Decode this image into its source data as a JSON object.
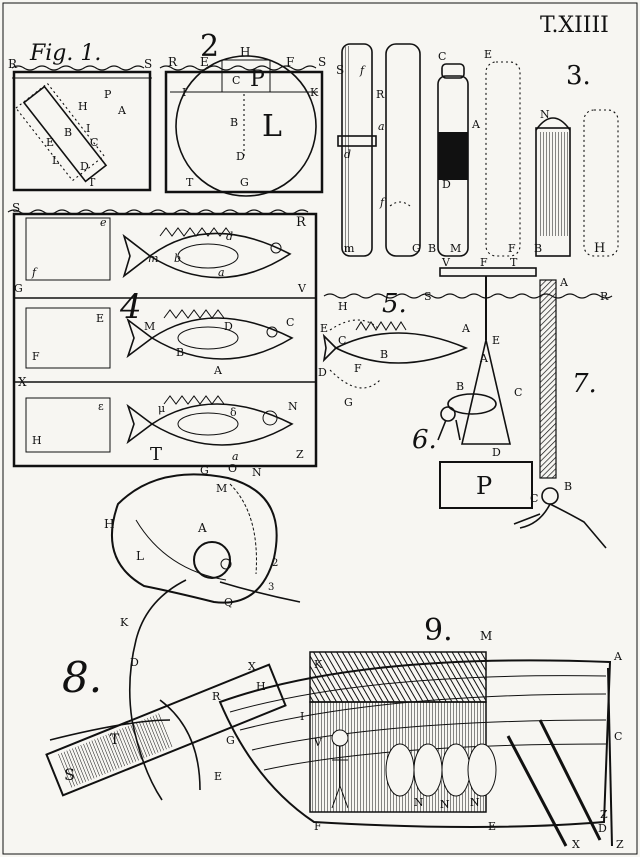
{
  "plate": {
    "number": "T.XIIII",
    "colors": {
      "paper": "#f7f6f2",
      "ink": "#111111"
    }
  },
  "figures": {
    "fig1": {
      "title": "Fig. 1.",
      "labels": [
        "R",
        "S",
        "A",
        "P",
        "H",
        "B",
        "I",
        "C",
        "E",
        "L",
        "D",
        "T"
      ]
    },
    "fig2": {
      "number": "2",
      "labels": [
        "H",
        "R",
        "E",
        "F",
        "S",
        "C",
        "P",
        "I",
        "K",
        "L",
        "B",
        "D",
        "T",
        "G"
      ]
    },
    "fig3": {
      "number": "3.",
      "labels": [
        "S",
        "f",
        "R",
        "a",
        "d",
        "f",
        "m",
        "G",
        "C",
        "A",
        "D",
        "B",
        "M",
        "E",
        "F",
        "N",
        "B",
        "H"
      ]
    },
    "fig4": {
      "number": "4",
      "labels": [
        "S",
        "R",
        "e",
        "d",
        "f",
        "m",
        "b",
        "a",
        "G",
        "V",
        "E",
        "M",
        "D",
        "C",
        "F",
        "B",
        "A",
        "X",
        "H",
        "μ",
        "δ",
        "N",
        "T",
        "a",
        "Z"
      ]
    },
    "fig5": {
      "number": "5.",
      "labels": [
        "S",
        "R",
        "H",
        "A",
        "E",
        "C",
        "B",
        "D",
        "F",
        "G",
        "V",
        "F",
        "T",
        "A"
      ]
    },
    "fig6": {
      "number": "6.",
      "labels": [
        "A",
        "E",
        "B",
        "C",
        "D",
        "P"
      ]
    },
    "fig7": {
      "number": "7.",
      "labels": [
        "C",
        "B"
      ]
    },
    "fig8": {
      "number": "8.",
      "labels": [
        "G",
        "O",
        "N",
        "M",
        "A",
        "H",
        "L",
        "2",
        "3",
        "Q",
        "K",
        "D",
        "X",
        "R",
        "H",
        "S",
        "T",
        "E"
      ]
    },
    "fig9": {
      "number": "9.",
      "labels": [
        "M",
        "K",
        "I",
        "V",
        "G",
        "N",
        "N",
        "N",
        "A",
        "C",
        "F",
        "E",
        "Z",
        "X",
        "D",
        "Z"
      ]
    }
  }
}
